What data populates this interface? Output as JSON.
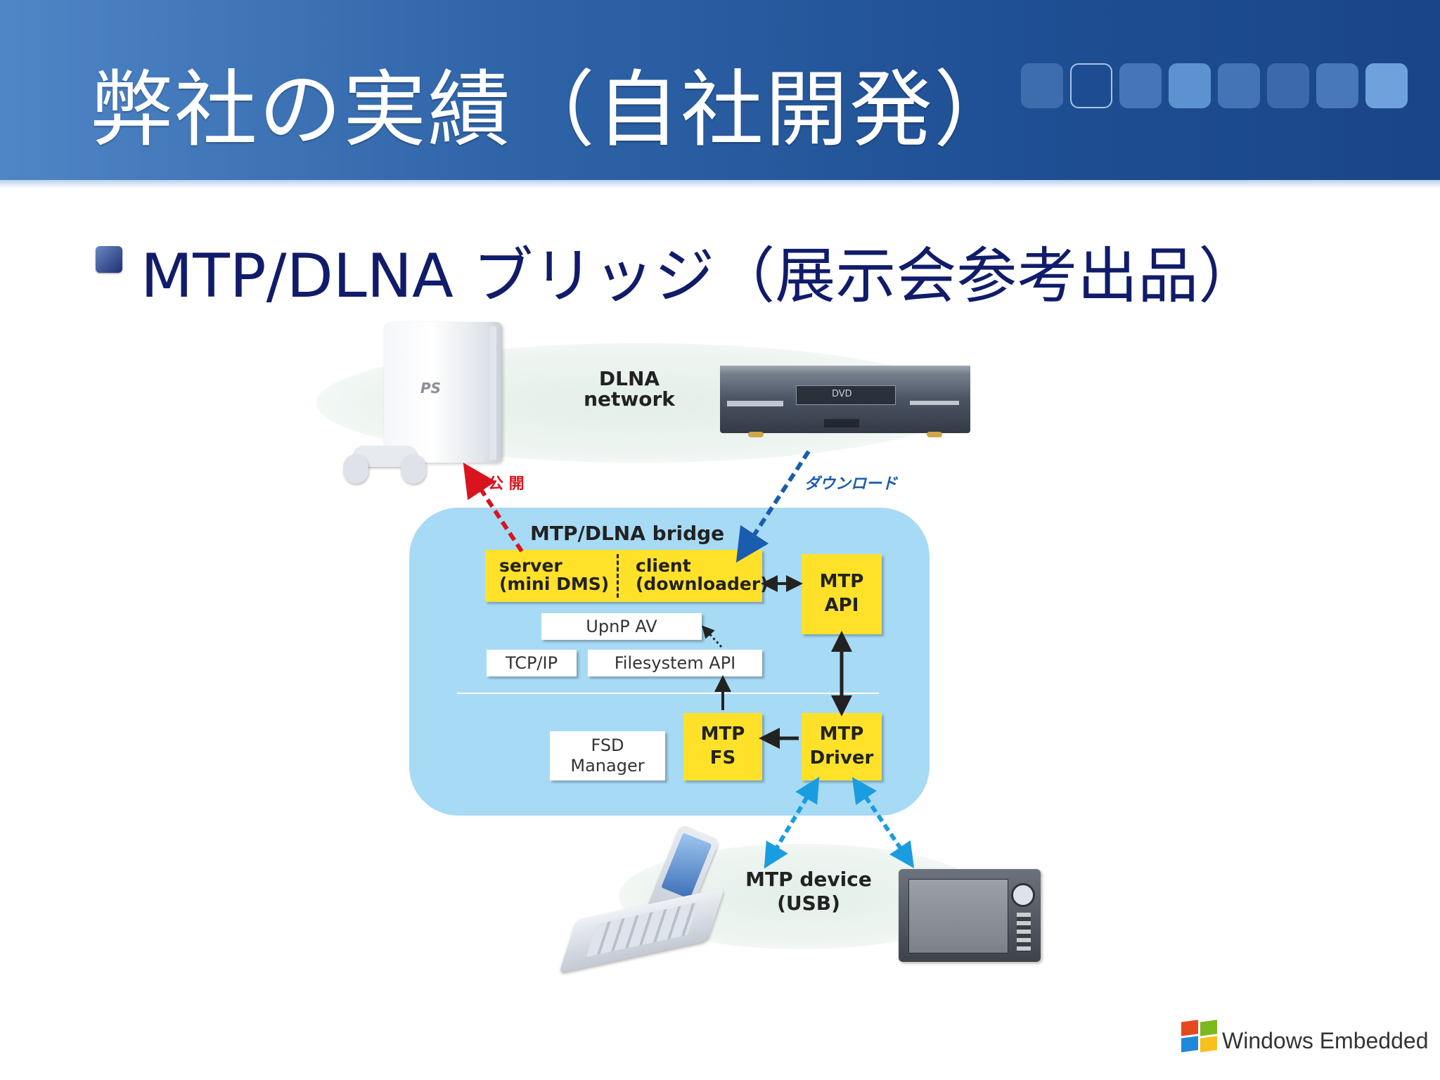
{
  "slide": {
    "title": "弊社の実績（自社開発）",
    "bullet": "MTP/DLNA ブリッジ（展示会参考出品）"
  },
  "diagram": {
    "dlna_label_1": "DLNA",
    "dlna_label_2": "network",
    "ps_logo": "PS",
    "dvd_label": "DVD",
    "publish_label": "公 開",
    "download_label": "ダウンロード",
    "bridge_title": "MTP/DLNA bridge",
    "server_1": "server",
    "server_2": "(mini DMS)",
    "client_1": "client",
    "client_2": "(downloader)",
    "mtp_api_1": "MTP",
    "mtp_api_2": "API",
    "upnp_av": "UpnP AV",
    "tcp_ip": "TCP/IP",
    "filesystem_api": "Filesystem API",
    "fsd_1": "FSD",
    "fsd_2": "Manager",
    "mtp_fs_1": "MTP",
    "mtp_fs_2": "FS",
    "mtp_driver_1": "MTP",
    "mtp_driver_2": "Driver",
    "device_1": "MTP device",
    "device_2": "(USB)"
  },
  "colors": {
    "header": "#2f64a8",
    "bullet_text": "#101c6a",
    "bridge_panel": "#a7daf5",
    "highlight_box": "#ffe12a",
    "publish_arrow": "#d8141e",
    "download_arrow": "#1a5cae",
    "usb_arrow": "#1a9de0"
  },
  "footer": {
    "logo": "Windows Embedded"
  }
}
